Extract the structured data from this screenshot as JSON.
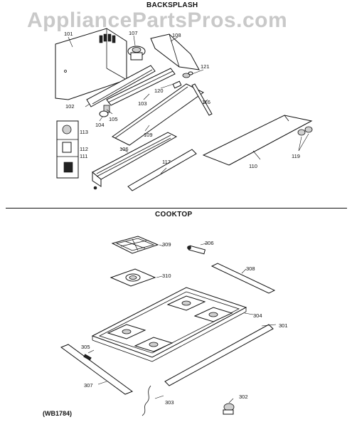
{
  "watermark": "AppliancePartsPros.com",
  "sections": {
    "backsplash": "BACKSPLASH",
    "cooktop": "COOKTOP"
  },
  "diagram_code": "(WB1784)",
  "labels": {
    "p101": "101",
    "p107": "107",
    "p108": "108",
    "p121": "121",
    "p120": "120",
    "p116": "116",
    "p102": "102",
    "p103": "103",
    "p105": "105",
    "p104": "104",
    "p109": "109",
    "p113": "113",
    "p112": "112",
    "p111": "111",
    "p106": "106",
    "p117": "117",
    "p110": "110",
    "p119": "119",
    "p309": "309",
    "p306": "306",
    "p310": "310",
    "p308": "308",
    "p304": "304",
    "p301": "301",
    "p305": "305",
    "p307": "307",
    "p303": "303",
    "p302": "302"
  }
}
